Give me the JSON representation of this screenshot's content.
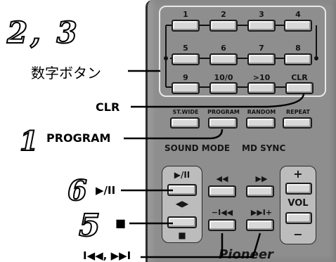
{
  "numeric_buttons": [
    "1",
    "2",
    "3",
    "4",
    "5",
    "6",
    "7",
    "8",
    "9",
    "10/0",
    ">10"
  ],
  "clr_label": "CLR",
  "function_buttons": [
    "ST.WIDE",
    "PROGRAM",
    "RANDOM",
    "REPEAT"
  ],
  "sound_mode_label": "SOUND MODE",
  "md_sync_label": "MD SYNC",
  "play_pause_top": "▶/II",
  "play_pause_bottom": "◀▶",
  "rew_label": "◀◀",
  "ff_label": "▶▶",
  "vol_plus": "+",
  "vol_label": "VOL",
  "vol_minus": "−",
  "stop_symbol": "■",
  "prev_label": "−I◀◀",
  "next_label": "▶▶I+",
  "brand_text": "Pioneer",
  "callouts": {
    "num_digits": "2, 3",
    "num_buttons_text": "数字ボタン",
    "clr_text": "CLR",
    "program_num": "1",
    "program_text": "PROGRAM",
    "play_num": "6",
    "play_text": "▶/II",
    "stop_num": "5",
    "stop_text": "■",
    "skip_text": "I◀◀, ▶▶I"
  }
}
